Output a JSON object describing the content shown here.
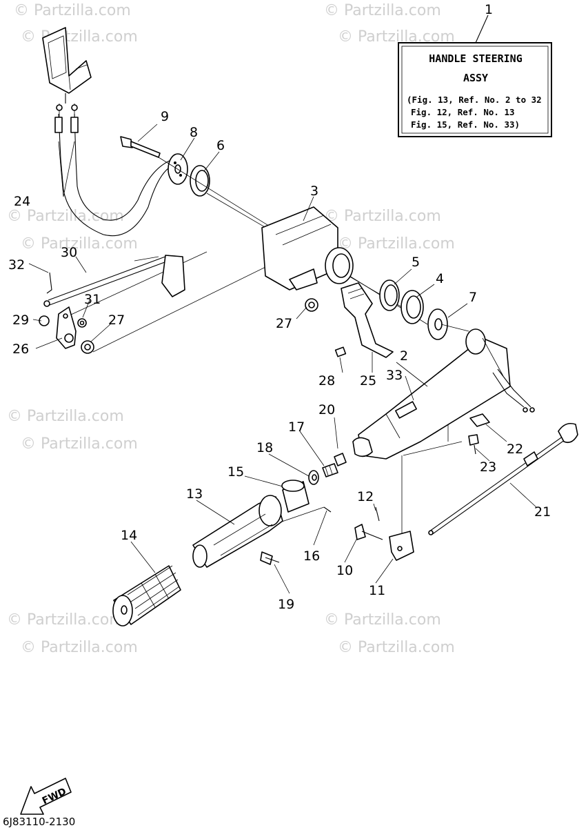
{
  "watermark": "© Partzilla.com",
  "assy_box": {
    "ref": "1",
    "title_line1": "HANDLE STEERING",
    "title_line2": "ASSY",
    "note_line1": "(Fig. 13, Ref. No. 2 to 32",
    "note_line2": "Fig. 12, Ref. No. 13",
    "note_line3": "Fig. 15, Ref. No. 33)"
  },
  "callouts": [
    {
      "id": "c2",
      "text": "2"
    },
    {
      "id": "c3",
      "text": "3"
    },
    {
      "id": "c4",
      "text": "4"
    },
    {
      "id": "c5",
      "text": "5"
    },
    {
      "id": "c6",
      "text": "6"
    },
    {
      "id": "c7",
      "text": "7"
    },
    {
      "id": "c8",
      "text": "8"
    },
    {
      "id": "c9",
      "text": "9"
    },
    {
      "id": "c10",
      "text": "10"
    },
    {
      "id": "c11",
      "text": "11"
    },
    {
      "id": "c12",
      "text": "12"
    },
    {
      "id": "c13",
      "text": "13"
    },
    {
      "id": "c14",
      "text": "14"
    },
    {
      "id": "c15",
      "text": "15"
    },
    {
      "id": "c16",
      "text": "16"
    },
    {
      "id": "c17",
      "text": "17"
    },
    {
      "id": "c18",
      "text": "18"
    },
    {
      "id": "c19",
      "text": "19"
    },
    {
      "id": "c20",
      "text": "20"
    },
    {
      "id": "c21",
      "text": "21"
    },
    {
      "id": "c22",
      "text": "22"
    },
    {
      "id": "c23",
      "text": "23"
    },
    {
      "id": "c24",
      "text": "24"
    },
    {
      "id": "c25",
      "text": "25"
    },
    {
      "id": "c26",
      "text": "26"
    },
    {
      "id": "c27a",
      "text": "27"
    },
    {
      "id": "c27b",
      "text": "27"
    },
    {
      "id": "c28",
      "text": "28"
    },
    {
      "id": "c29",
      "text": "29"
    },
    {
      "id": "c30",
      "text": "30"
    },
    {
      "id": "c31",
      "text": "31"
    },
    {
      "id": "c32",
      "text": "32"
    },
    {
      "id": "c33",
      "text": "33"
    }
  ],
  "fwd_label": "FWD",
  "drawing_code": "6J83110-2130"
}
